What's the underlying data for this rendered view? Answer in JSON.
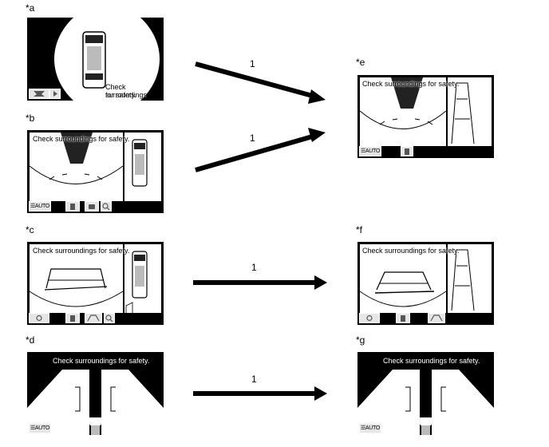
{
  "labels": {
    "a": "*a",
    "b": "*b",
    "c": "*c",
    "d": "*d",
    "e": "*e",
    "f": "*f",
    "g": "*g"
  },
  "messages": {
    "check": "Check surroundings for safety.",
    "check_a_line1": "Check surroundings",
    "check_a_line2": "for safety."
  },
  "buttons": {
    "auto": "AUTO",
    "auto_icon": "☰"
  },
  "arrows": {
    "a_to_e": "1",
    "b_to_e": "1",
    "c_to_f": "1",
    "d_to_g": "1"
  },
  "colors": {
    "screen_bg": "#000000",
    "screen_fg": "#ffffff",
    "button_bg": "#e6e6e6"
  }
}
